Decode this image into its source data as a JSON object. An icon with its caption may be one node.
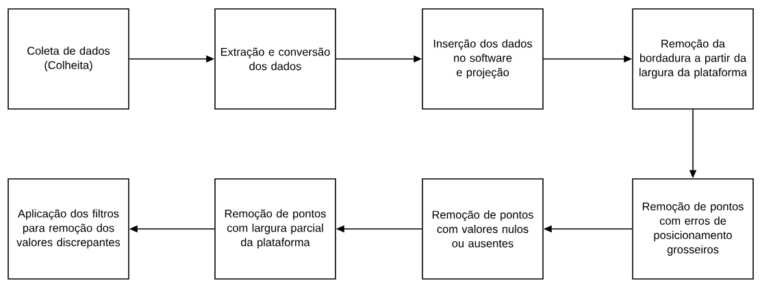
{
  "diagram": {
    "nodes": [
      {
        "text": [
          "Coleta de dados (Colheita)"
        ]
      },
      {
        "text": [
          "Extração e conversão dos dados"
        ]
      },
      {
        "text": [
          "Inserção dos dados no software e projeção"
        ]
      },
      {
        "text": [
          "Remoção da bordadura a partir da largura da plataforma"
        ]
      },
      {
        "text": [
          "Aplicação dos filtros para remoção dos valores discrepantes"
        ]
      },
      {
        "text": [
          "Remoção de pontos com largura parcial da plataforma"
        ]
      },
      {
        "text": [
          "Remoção de pontos com valores nulos ou ausentes"
        ]
      },
      {
        "text": [
          "Remoção de pontos com erros de posicionamento grosseiros"
        ]
      }
    ],
    "edges": [
      {
        "from": 0,
        "to": 1,
        "arrow": "to"
      },
      {
        "from": 1,
        "to": 2,
        "arrow": "to"
      },
      {
        "from": 2,
        "to": 3,
        "arrow": "to"
      },
      {
        "from": 3,
        "to": 7,
        "arrow": "to"
      },
      {
        "from": 7,
        "to": 6,
        "arrow": "to"
      },
      {
        "from": 6,
        "to": 5,
        "arrow": "to"
      },
      {
        "from": 5,
        "to": 4,
        "arrow": "to"
      }
    ]
  }
}
